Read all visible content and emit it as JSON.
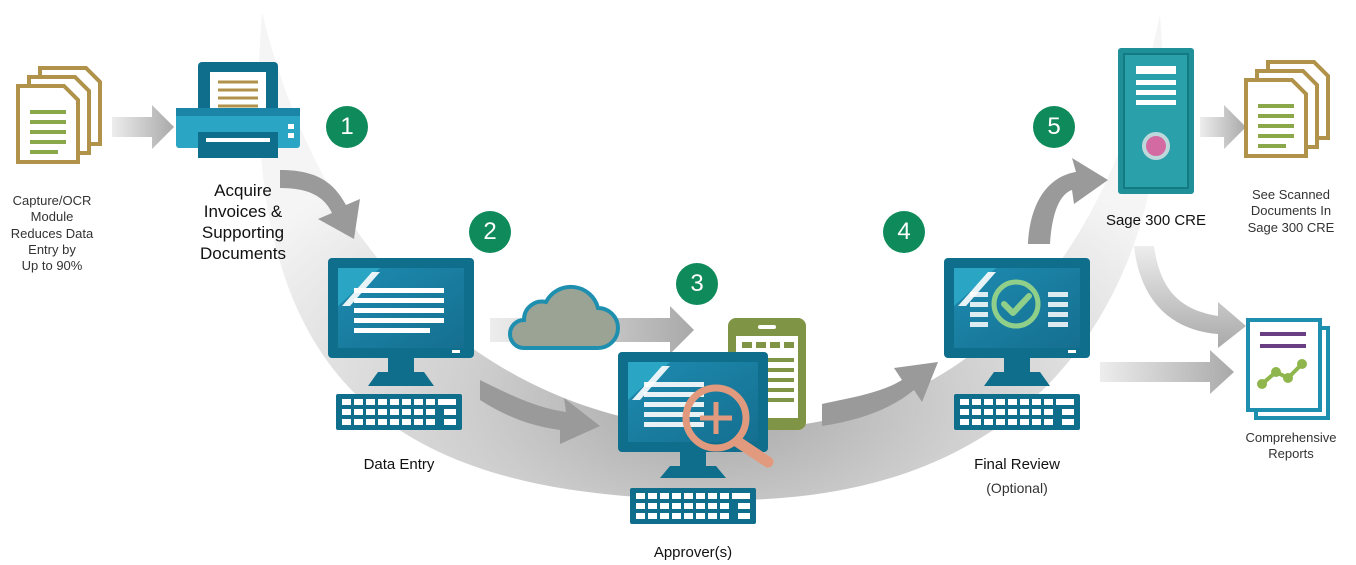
{
  "steps": {
    "one": "1",
    "two": "2",
    "three": "3",
    "four": "4",
    "five": "5"
  },
  "labels": {
    "capture": [
      "Capture/OCR",
      "Module",
      "Reduces Data",
      "Entry by",
      "Up to 90%"
    ],
    "acquire": [
      "Acquire",
      "Invoices &",
      "Supporting",
      "Documents"
    ],
    "data_entry": "Data Entry",
    "approver": "Approver(s)",
    "final_review": "Final Review",
    "optional": "(Optional)",
    "sage": "Sage 300 CRE",
    "scanned": [
      "See Scanned",
      "Documents In",
      "Sage 300 CRE"
    ],
    "reports": [
      "Comprehensive",
      "Reports"
    ]
  },
  "colors": {
    "teal": "#0e6e8c",
    "teal_light": "#1f8fb0",
    "badge_green": "#0f8a5a",
    "doc_gold": "#b0924a",
    "doc_green": "#8aa84a",
    "arrow_gray": "#a3a3a3",
    "cloud": "#9aa394",
    "phone_olive": "#7f9444",
    "magnifier": "#e29a7e",
    "server_teal": "#1f8f98",
    "report_purple": "#6a3e83",
    "report_green": "#8fb64c"
  },
  "icons": {
    "document_stack": "document-stack-icon",
    "scanner": "scanner-icon",
    "computer": "computer-icon",
    "cloud": "cloud-icon",
    "tablet": "tablet-icon",
    "magnifier": "magnifier-plus-icon",
    "checkmark": "checkmark-circle-icon",
    "server": "server-icon",
    "report": "report-chart-icon"
  }
}
